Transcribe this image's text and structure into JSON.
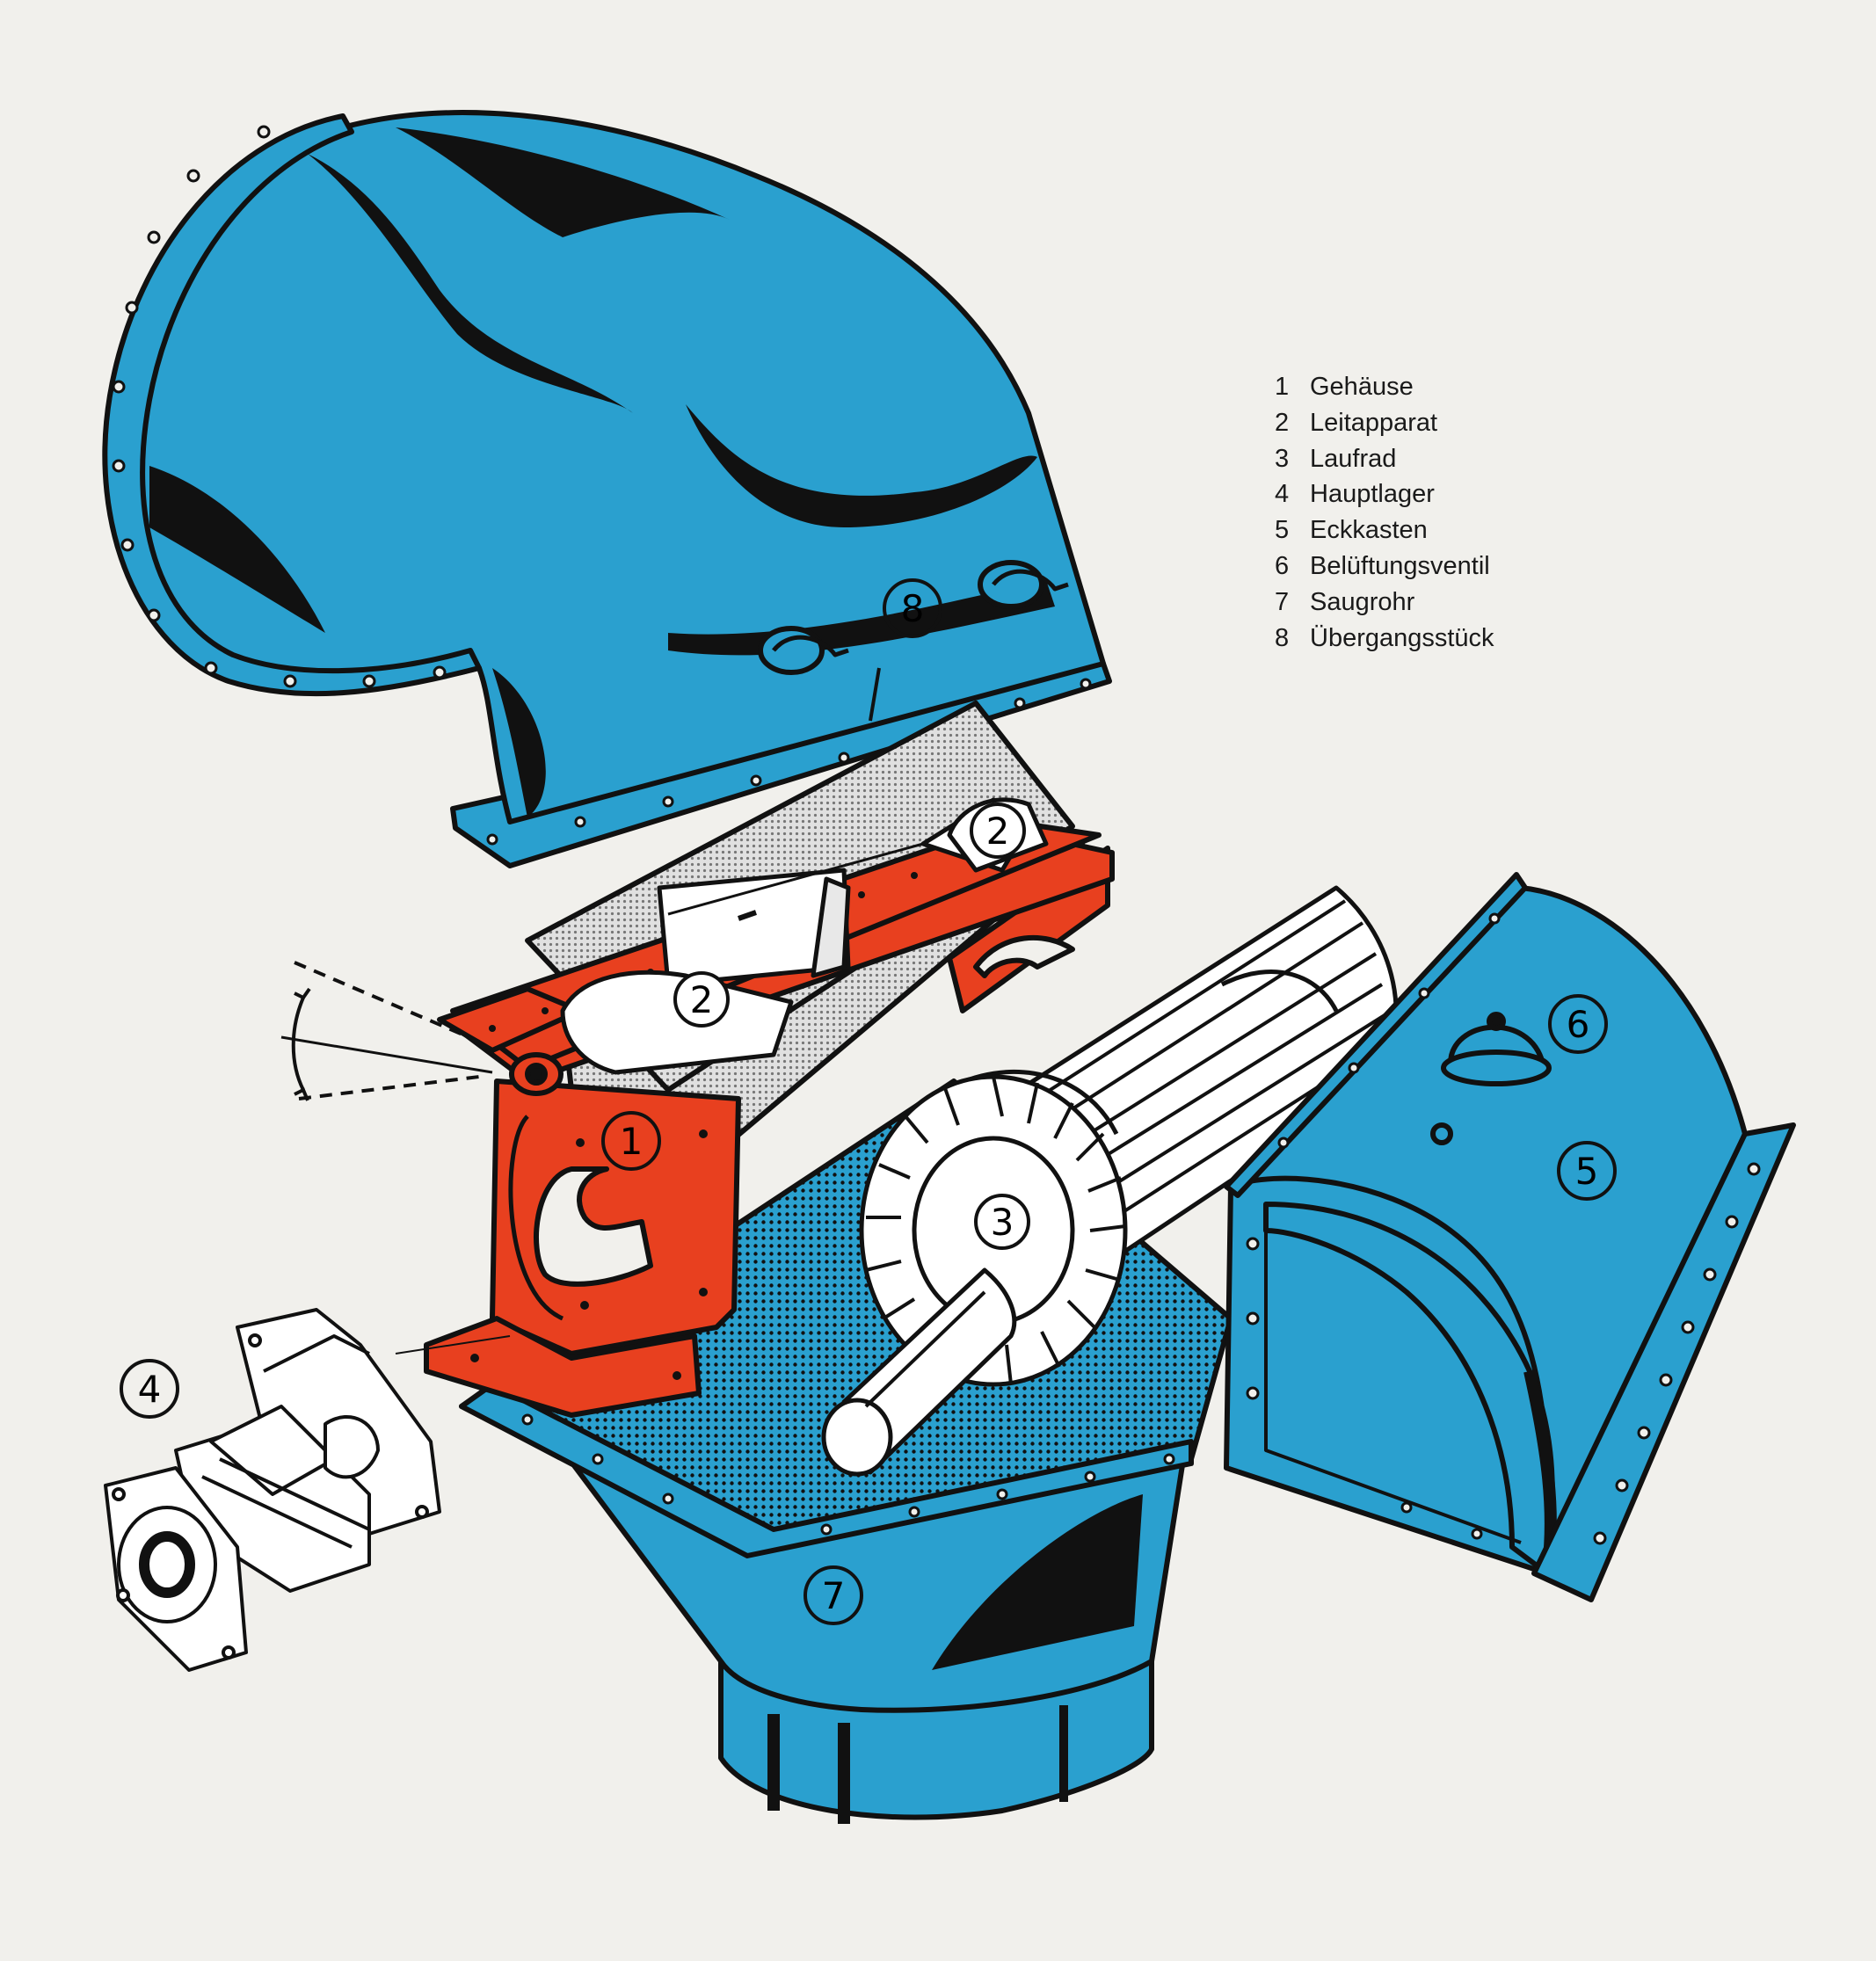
{
  "colors": {
    "background": "#f1f0ec",
    "blue_part": "#2aa0cf",
    "orange_part": "#e8401f",
    "outline": "#111111",
    "shaft_white": "#ffffff",
    "screen_grey": "#bdbdbd"
  },
  "parts": [
    {
      "number": "1",
      "name": "Gehäuse",
      "color": "orange"
    },
    {
      "number": "2",
      "name": "Leitapparat",
      "color": "white"
    },
    {
      "number": "3",
      "name": "Laufrad",
      "color": "white"
    },
    {
      "number": "4",
      "name": "Hauptlager",
      "color": "white"
    },
    {
      "number": "5",
      "name": "Eckkasten",
      "color": "blue"
    },
    {
      "number": "6",
      "name": "Belüftungsventil",
      "color": "blue"
    },
    {
      "number": "7",
      "name": "Saugrohr",
      "color": "blue"
    },
    {
      "number": "8",
      "name": "Übergangsstück",
      "color": "blue"
    }
  ],
  "callouts": {
    "c1": "1",
    "c2a": "2",
    "c2b": "2",
    "c3": "3",
    "c4": "4",
    "c5": "5",
    "c6": "6",
    "c7": "7",
    "c8": "8"
  },
  "notes": {
    "pivot_arc": "double-headed arc indicating tilt of the guide apparatus"
  }
}
